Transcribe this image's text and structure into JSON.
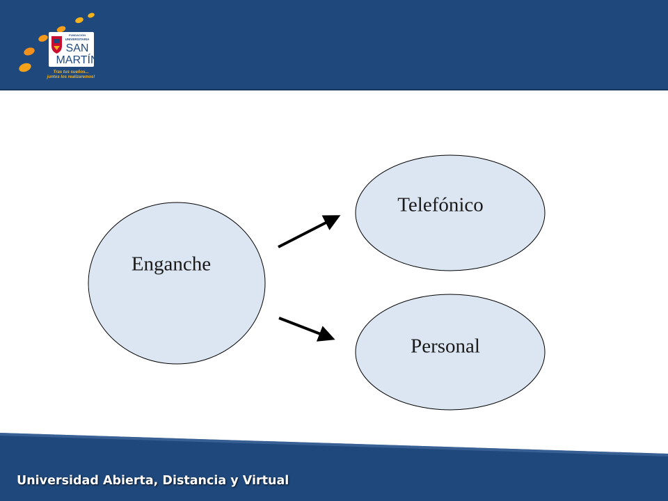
{
  "header": {
    "color": "#1f497d",
    "logo": {
      "line1": "FUNDACIÓN",
      "line2": "UNIVERSITARIA",
      "line3": "SAN",
      "line4": "MARTÍN",
      "tagline1": "Tras tus sueños...",
      "tagline2": "juntos los realizaremos!"
    }
  },
  "diagram": {
    "node_fill": "#dce6f2",
    "nodes": {
      "source": {
        "label": "Enganche"
      },
      "top": {
        "label": "Telefónico"
      },
      "bottom": {
        "label": "Personal"
      }
    }
  },
  "footer": {
    "text": "Universidad Abierta, Distancia y Virtual",
    "color": "#1f497d"
  }
}
